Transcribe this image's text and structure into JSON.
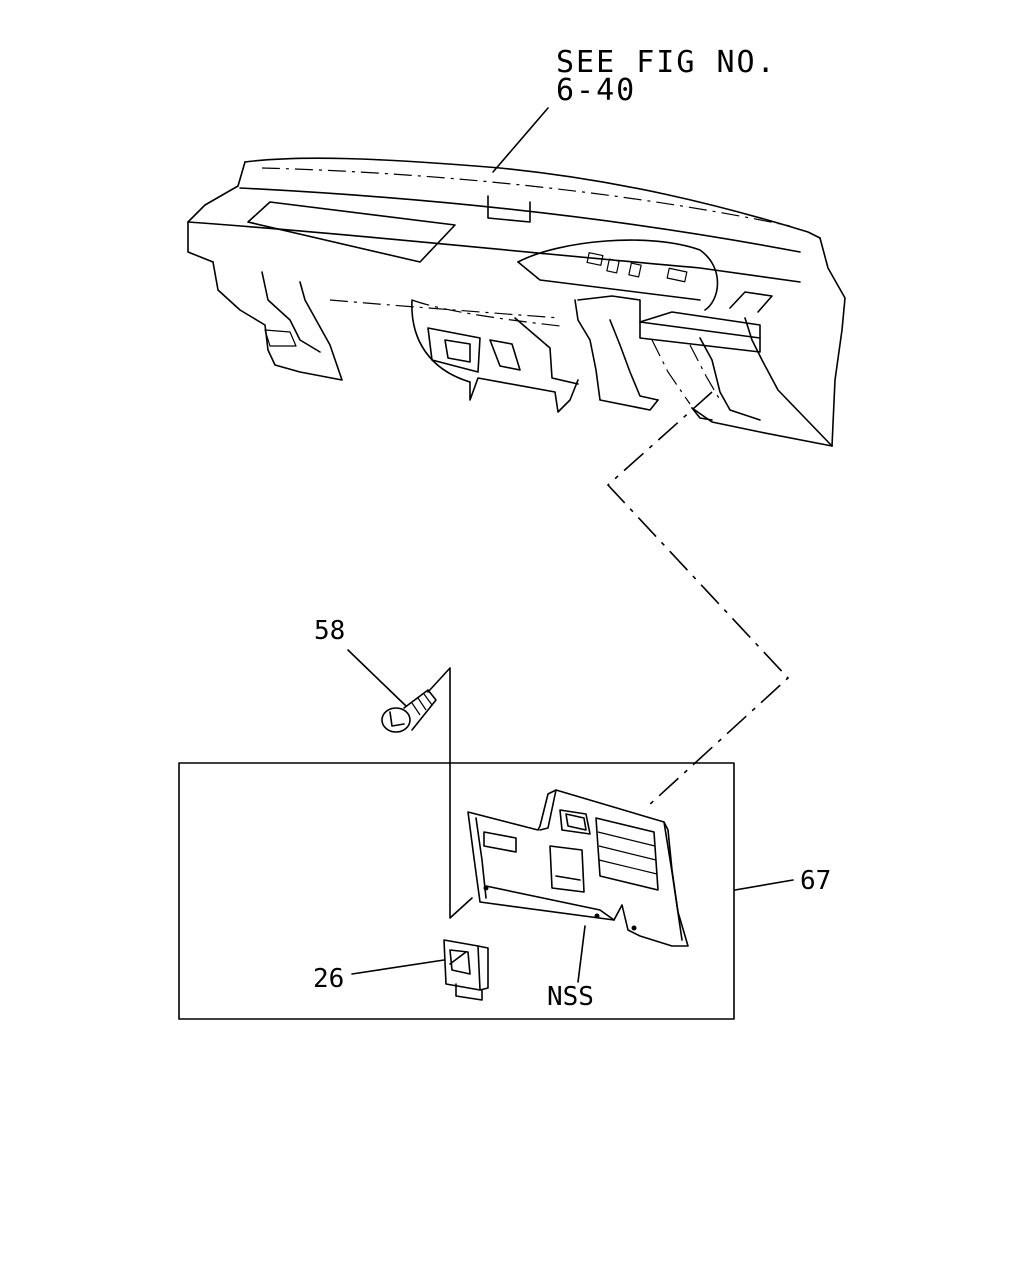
{
  "reference": {
    "line1": "SEE FIG NO.",
    "line2": "6-40"
  },
  "callouts": {
    "screw": "58",
    "panel_group": "67",
    "clip": "26",
    "not_serviced": "NSS"
  }
}
